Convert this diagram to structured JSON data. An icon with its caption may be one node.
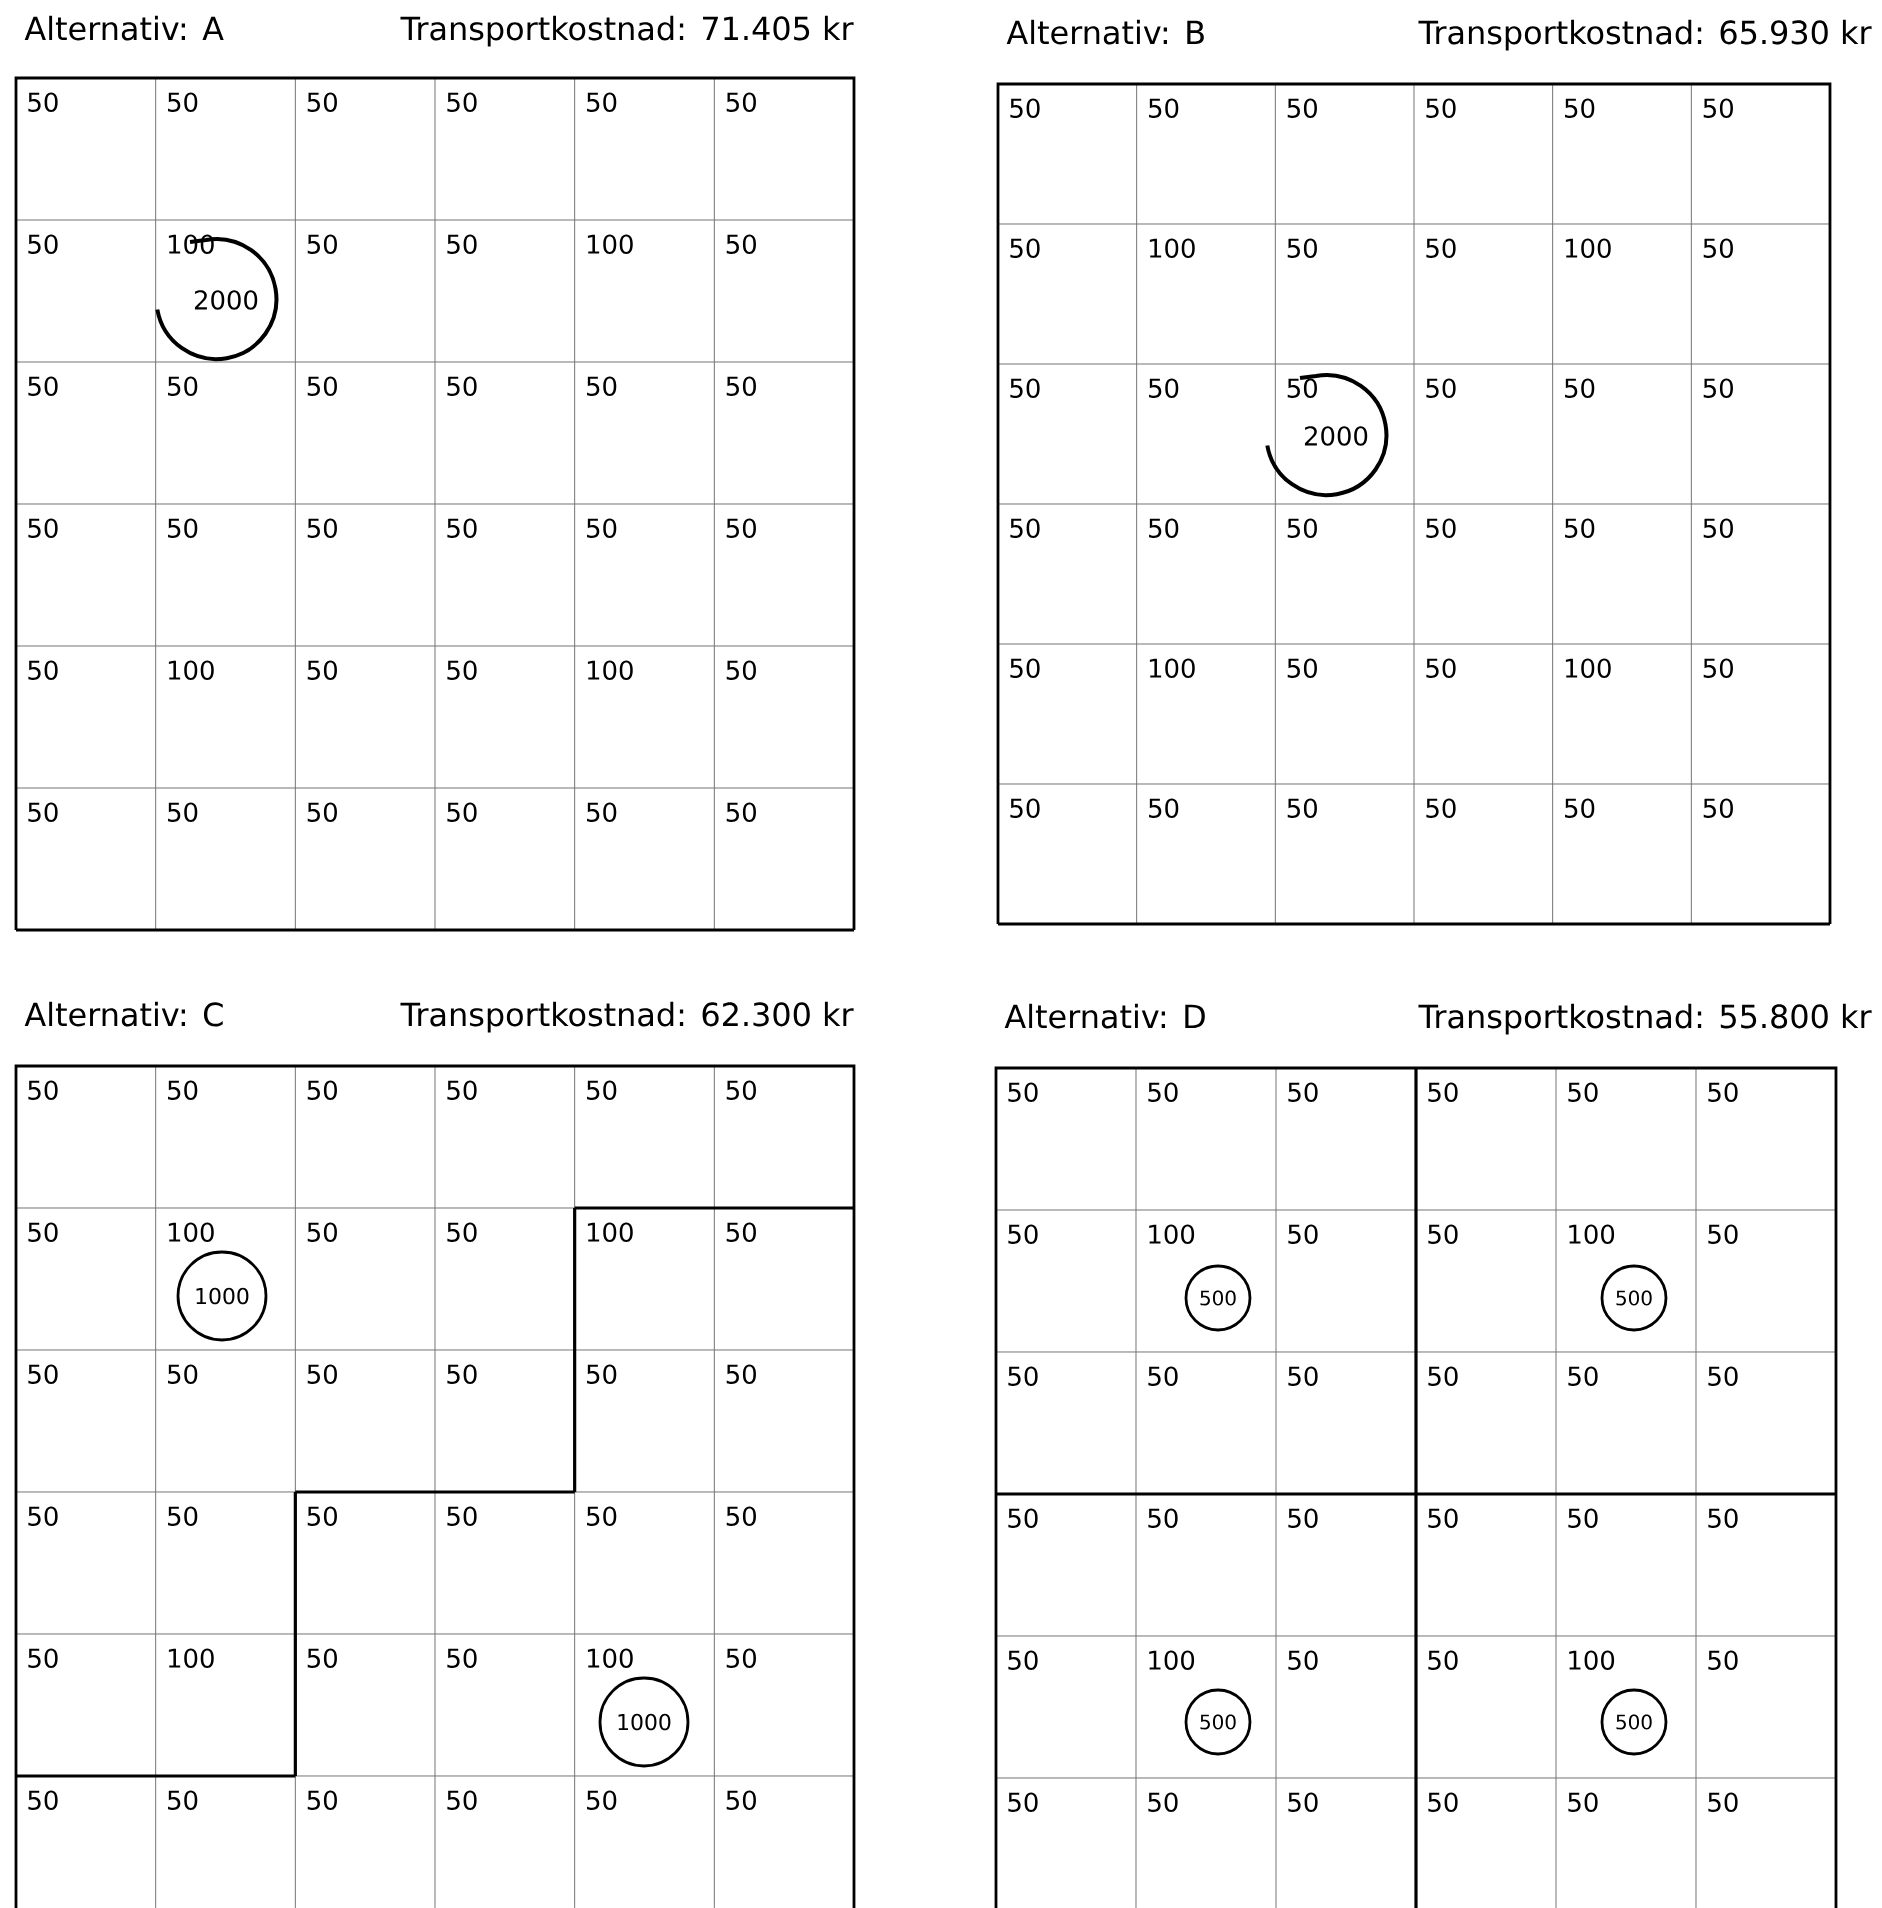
{
  "diagram": {
    "nodes": [
      {
        "text": [
          "2000"
        ]
      },
      {
        "text": [
          "2000"
        ]
      },
      {
        "text": [
          "1000"
        ]
      },
      {
        "text": [
          "1000"
        ]
      },
      {
        "text": [
          "500"
        ]
      },
      {
        "text": [
          "500"
        ]
      },
      {
        "text": [
          "500"
        ]
      },
      {
        "text": [
          "500"
        ]
      }
    ],
    "labels": [
      "Alternativ: A",
      "Transportkostnad: 71.405 kr",
      "50",
      "50",
      "50",
      "50",
      "50",
      "50",
      "50",
      "100",
      "50",
      "50",
      "100",
      "50",
      "50",
      "50",
      "50",
      "50",
      "50",
      "50",
      "50",
      "50",
      "50",
      "50",
      "50",
      "50",
      "50",
      "100",
      "50",
      "50",
      "100",
      "50",
      "50",
      "50",
      "50",
      "50",
      "50",
      "50",
      "Alternativ: B",
      "Transportkostnad: 65.930 kr",
      "50",
      "50",
      "50",
      "50",
      "50",
      "50",
      "50",
      "100",
      "50",
      "50",
      "100",
      "50",
      "50",
      "50",
      "50",
      "50",
      "50",
      "50",
      "50",
      "50",
      "50",
      "50",
      "50",
      "50",
      "50",
      "100",
      "50",
      "50",
      "100",
      "50",
      "50",
      "50",
      "50",
      "50",
      "50",
      "50",
      "Alternativ: C",
      "Transportkostnad: 62.300 kr",
      "50",
      "50",
      "50",
      "50",
      "50",
      "50",
      "50",
      "100",
      "50",
      "50",
      "100",
      "50",
      "50",
      "50",
      "50",
      "50",
      "50",
      "50",
      "50",
      "50",
      "50",
      "50",
      "50",
      "50",
      "50",
      "100",
      "50",
      "50",
      "100",
      "50",
      "50",
      "50",
      "50",
      "50",
      "50",
      "50",
      "Alternativ: D",
      "Transportkostnad: 55.800 kr",
      "50",
      "50",
      "50",
      "50",
      "50",
      "50",
      "50",
      "100",
      "50",
      "50",
      "100",
      "50",
      "50",
      "50",
      "50",
      "50",
      "50",
      "50",
      "50",
      "50",
      "50",
      "50",
      "50",
      "50",
      "50",
      "100",
      "50",
      "50",
      "100",
      "50",
      "50",
      "50",
      "50",
      "50",
      "50",
      "50"
    ]
  }
}
